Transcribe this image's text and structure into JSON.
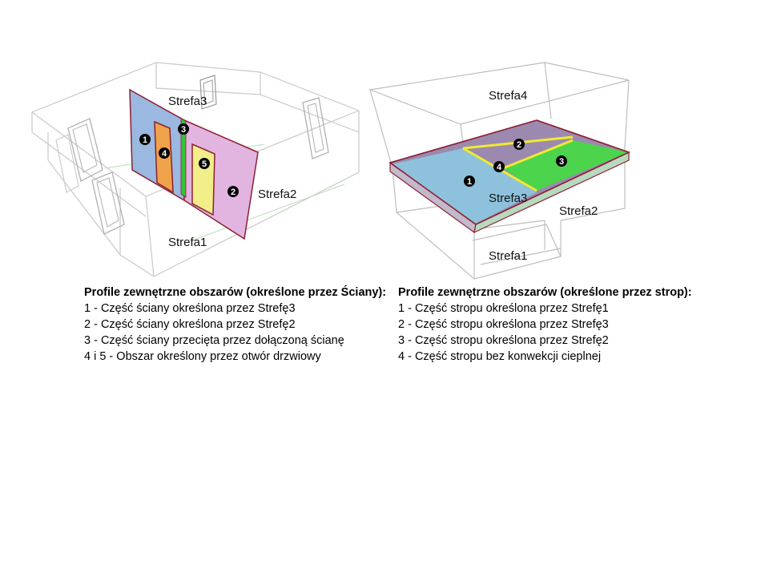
{
  "left_diagram": {
    "zones": [
      "Strefa3",
      "Strefa2",
      "Strefa1"
    ],
    "markers": [
      "1",
      "2",
      "3",
      "4",
      "5"
    ],
    "colors": {
      "zone_blue": "#9ab8e0",
      "zone_pink": "#e2b4e0",
      "orange": "#f0a24a",
      "yellow": "#f2ee8a",
      "green": "#39c239",
      "outline": "#8b2030"
    }
  },
  "right_diagram": {
    "zones": [
      "Strefa4",
      "Strefa3",
      "Strefa2",
      "Strefa1"
    ],
    "markers": [
      "1",
      "2",
      "3",
      "4"
    ],
    "colors": {
      "blue": "#8ec2dc",
      "purple": "#9c89b0",
      "green": "#4cd44c",
      "yellow": "#f0ea30",
      "outline": "#8b2030"
    }
  },
  "captions": {
    "left": {
      "title": "Profile zewnętrzne obszarów (określone przez Ściany):",
      "lines": [
        "1 - Część ściany określona przez Strefę3",
        "2 - Część ściany określona przez Strefę2",
        "3 - Część ściany przecięta przez dołączoną ścianę",
        "4 i 5 - Obszar określony przez otwór drzwiowy"
      ]
    },
    "right": {
      "title": "Profile zewnętrzne obszarów (określone przez strop):",
      "lines": [
        "1 - Część stropu określona przez Strefę1",
        "2 - Część stropu określona przez Strefę3",
        "3 - Część stropu określona przez Strefę2",
        "4 - Część stropu bez konwekcji cieplnej"
      ]
    }
  }
}
